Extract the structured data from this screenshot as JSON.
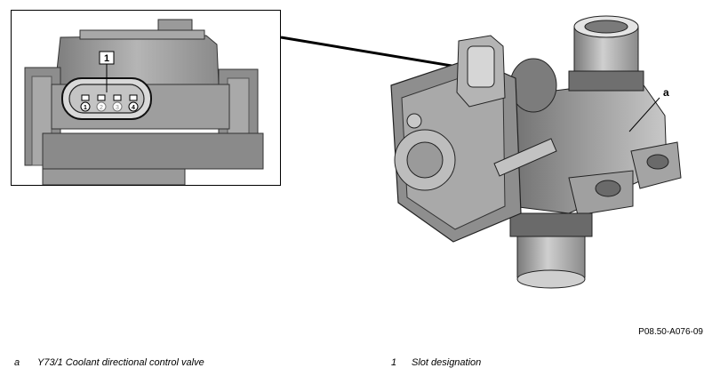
{
  "callouts": {
    "inset_label": "1",
    "pins": [
      "1",
      "2",
      "3",
      "4"
    ],
    "valve_label": "a"
  },
  "figure_code": "P08.50-A076-09",
  "legend": [
    {
      "key": "a",
      "text": "Y73/1 Coolant directional control valve"
    },
    {
      "key": "1",
      "text": "Slot designation"
    }
  ],
  "colors": {
    "part_dark": "#5f5f5f",
    "part_mid": "#8c8c8c",
    "part_light": "#b8b8b8",
    "part_highlight": "#d8d8d8"
  }
}
